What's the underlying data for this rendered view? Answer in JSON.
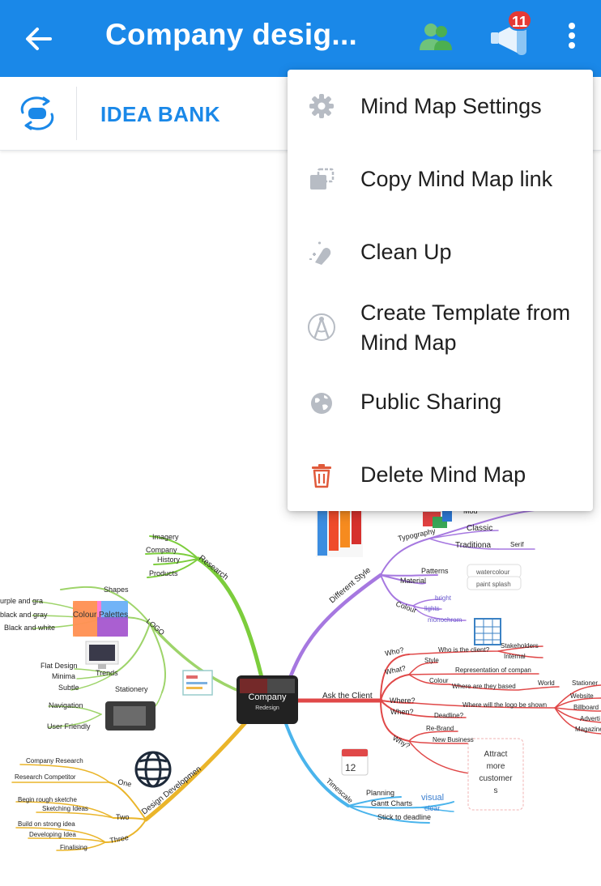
{
  "appbar": {
    "title": "Company desig...",
    "notification_count": "11",
    "color": "#1a88e8"
  },
  "toolbar": {
    "idea_bank_label": "IDEA BANK"
  },
  "menu": {
    "items": [
      {
        "label": "Mind Map Settings",
        "icon": "gear-icon"
      },
      {
        "label": "Copy Mind Map link",
        "icon": "copy-link-icon"
      },
      {
        "label": "Clean Up",
        "icon": "sparkle-hand-icon"
      },
      {
        "label": "Create Template from Mind Map",
        "icon": "compass-icon"
      },
      {
        "label": "Public Sharing",
        "icon": "globe-icon"
      },
      {
        "label": "Delete Mind Map",
        "icon": "trash-icon"
      }
    ]
  },
  "mindmap": {
    "central": {
      "title": "Company",
      "subtitle": "Redesign"
    },
    "research": {
      "label": "Research",
      "children": [
        "Imagery",
        "Company",
        "History",
        "Products"
      ]
    },
    "logo": {
      "label": "LOGO",
      "shapes": "Shapes",
      "colour_palettes": "Colour Palettes",
      "colours": [
        "urple and gra",
        "black and gray",
        "Black and white"
      ],
      "trends": "Trends",
      "trend_children": [
        "Flat Design",
        "Minima",
        "Subtle"
      ],
      "stationery": "Stationery",
      "navigation": "Navigation",
      "user_friendly": "User Friendly"
    },
    "different_style": {
      "label": "Different Style",
      "typography": "Typography",
      "typography_children": [
        "Classic",
        "Traditiona",
        "Serif",
        "Mod"
      ],
      "material": "Material",
      "patterns": "Patterns",
      "pattern_children": [
        "watercolour",
        "paint splash"
      ],
      "colour": "Colour",
      "colour_children": [
        "bright",
        "lights",
        "monochrom"
      ]
    },
    "ask_client": {
      "label": "Ask the Client",
      "who": "Who?",
      "who_is_client": "Who is the client?",
      "stakeholders": "Stakeholders",
      "internal": "Internal",
      "what": "What?",
      "style": "Style",
      "representation": "Representation of compan",
      "colour": "Colour",
      "where_based": "Where are they based",
      "world": "World",
      "where": "Where?",
      "where_logo": "Where will the logo be shown",
      "logo_places": [
        "Stationer",
        "Website",
        "Billboard",
        "Adverti",
        "Magazine"
      ],
      "when": "When?",
      "deadline": "Deadline?",
      "why": "Why?",
      "rebrand": "Re-Brand",
      "new_business": "New Business",
      "attract": "Attract more customers"
    },
    "timescale": {
      "label": "Timescale",
      "children": [
        "Planning",
        "Gantt Charts",
        "Stick to deadline"
      ],
      "visual": "visual",
      "clear": "clear"
    },
    "design_dev": {
      "label": "Design Developmen",
      "one": "One",
      "one_children": [
        "Company Research",
        "Research Competitor"
      ],
      "two": "Two",
      "two_children": [
        "Begin rough sketche",
        "Sketching Ideas"
      ],
      "three": "Three",
      "three_children": [
        "Build on strong idea",
        "Developing Idea",
        "Finalising"
      ]
    },
    "calendar_day": "12",
    "colors": {
      "research": "#7ccd3c",
      "logo": "#9ed46a",
      "style": "#a678e0",
      "client": "#e04848",
      "timescale": "#4ab4ec",
      "design": "#eab52a"
    }
  }
}
